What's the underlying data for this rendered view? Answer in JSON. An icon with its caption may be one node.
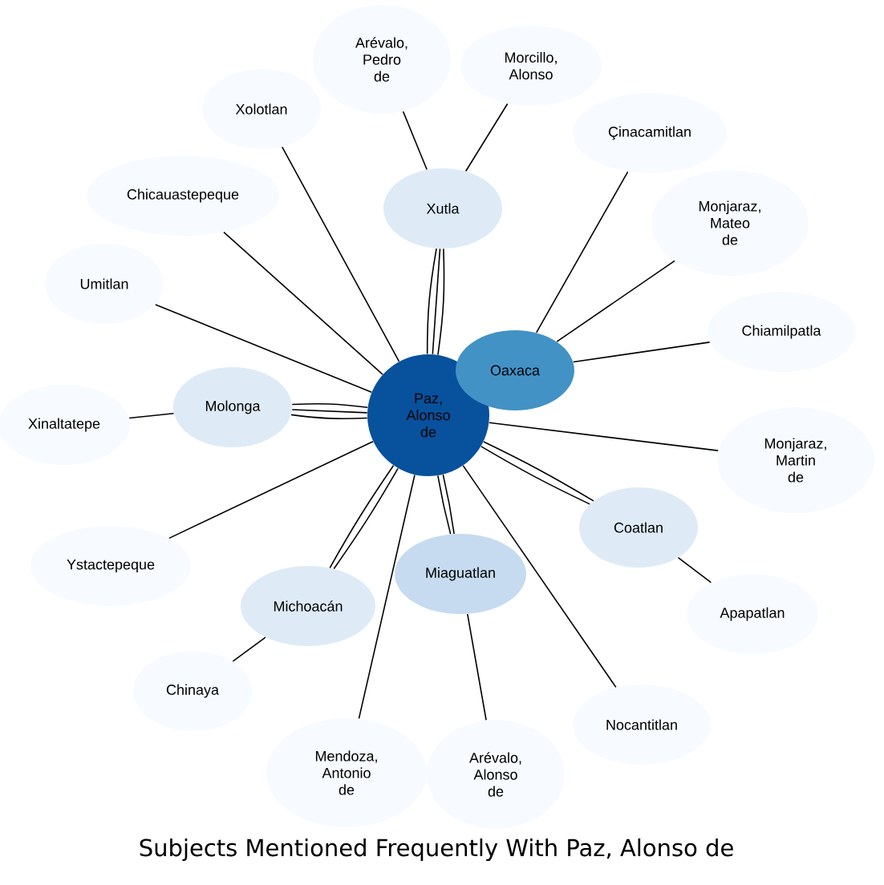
{
  "diagram": {
    "title": "Subjects Mentioned Frequently With  Paz, Alonso de",
    "nodes": [
      {
        "text": [
          "Paz, Alonso de"
        ]
      },
      {
        "text": [
          "Arévalo, Pedro de"
        ]
      },
      {
        "text": [
          "Morcillo, Alonso"
        ]
      },
      {
        "text": [
          "Xolotlan"
        ]
      },
      {
        "text": [
          "Çinacamitlan"
        ]
      },
      {
        "text": [
          "Xutla"
        ]
      },
      {
        "text": [
          "Chicauastepeque"
        ]
      },
      {
        "text": [
          "Monjaraz, Mateo de"
        ]
      },
      {
        "text": [
          "Umitlan"
        ]
      },
      {
        "text": [
          "Chiamilpatla"
        ]
      },
      {
        "text": [
          "Oaxaca"
        ]
      },
      {
        "text": [
          "Xinaltatepe"
        ]
      },
      {
        "text": [
          "Molonga"
        ]
      },
      {
        "text": [
          "Monjaraz, Martin de"
        ]
      },
      {
        "text": [
          "Coatlan"
        ]
      },
      {
        "text": [
          "Ystactepeque"
        ]
      },
      {
        "text": [
          "Miaguatlan"
        ]
      },
      {
        "text": [
          "Michoacán"
        ]
      },
      {
        "text": [
          "Apapatlan"
        ]
      },
      {
        "text": [
          "Chinaya"
        ]
      },
      {
        "text": [
          "Nocantitlan"
        ]
      },
      {
        "text": [
          "Mendoza, Antonio de"
        ]
      },
      {
        "text": [
          "Arévalo, Alonso de"
        ]
      }
    ],
    "edges": [
      {
        "from": 1,
        "to": 5,
        "arrow": "none"
      },
      {
        "from": 2,
        "to": 5,
        "arrow": "none"
      },
      {
        "from": 3,
        "to": 0,
        "arrow": "none"
      },
      {
        "from": 4,
        "to": 10,
        "arrow": "none"
      },
      {
        "from": 5,
        "to": 0,
        "arrow": "none"
      },
      {
        "from": 5,
        "to": 0,
        "arrow": "none"
      },
      {
        "from": 5,
        "to": 0,
        "arrow": "none"
      },
      {
        "from": 6,
        "to": 0,
        "arrow": "none"
      },
      {
        "from": 7,
        "to": 10,
        "arrow": "none"
      },
      {
        "from": 8,
        "to": 0,
        "arrow": "none"
      },
      {
        "from": 9,
        "to": 10,
        "arrow": "none"
      },
      {
        "from": 11,
        "to": 12,
        "arrow": "none"
      },
      {
        "from": 12,
        "to": 0,
        "arrow": "none"
      },
      {
        "from": 12,
        "to": 0,
        "arrow": "none"
      },
      {
        "from": 12,
        "to": 0,
        "arrow": "none"
      },
      {
        "from": 13,
        "to": 0,
        "arrow": "none"
      },
      {
        "from": 14,
        "to": 0,
        "arrow": "none"
      },
      {
        "from": 14,
        "to": 0,
        "arrow": "none"
      },
      {
        "from": 15,
        "to": 0,
        "arrow": "none"
      },
      {
        "from": 16,
        "to": 0,
        "arrow": "none"
      },
      {
        "from": 16,
        "to": 0,
        "arrow": "none"
      },
      {
        "from": 17,
        "to": 0,
        "arrow": "none"
      },
      {
        "from": 17,
        "to": 0,
        "arrow": "none"
      },
      {
        "from": 18,
        "to": 14,
        "arrow": "none"
      },
      {
        "from": 19,
        "to": 17,
        "arrow": "none"
      },
      {
        "from": 20,
        "to": 0,
        "arrow": "none"
      },
      {
        "from": 21,
        "to": 0,
        "arrow": "none"
      },
      {
        "from": 22,
        "to": 16,
        "arrow": "none"
      }
    ]
  }
}
